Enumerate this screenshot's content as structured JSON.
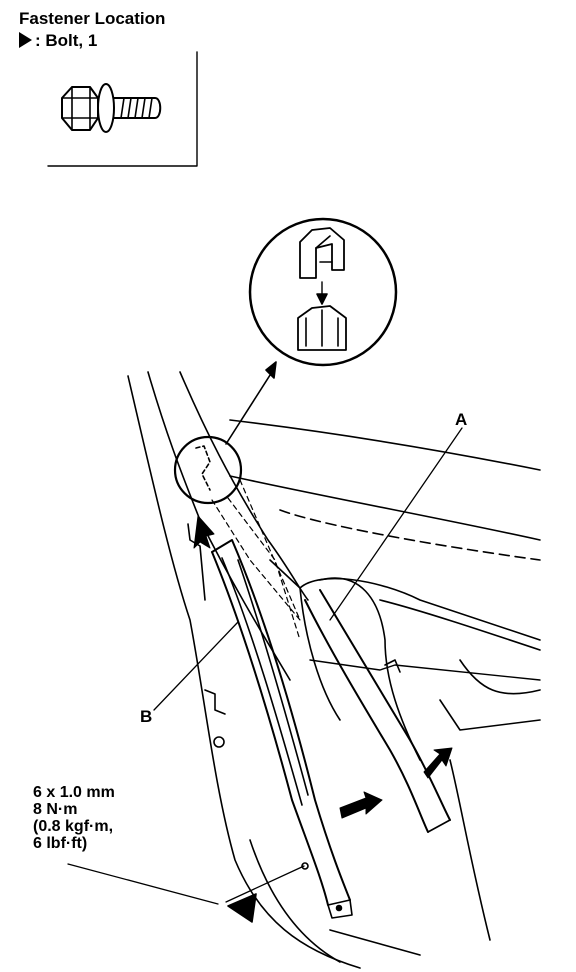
{
  "fastener": {
    "title": "Fastener Location",
    "legend_symbol": "filled-triangle-icon",
    "legend_text": ": Bolt, 1"
  },
  "callouts": {
    "a": "A",
    "b": "B"
  },
  "torque": {
    "line1": "6 x 1.0 mm",
    "line2": "8 N·m",
    "line3": "(0.8 kgf·m,",
    "line4": "6 lbf·ft)"
  }
}
